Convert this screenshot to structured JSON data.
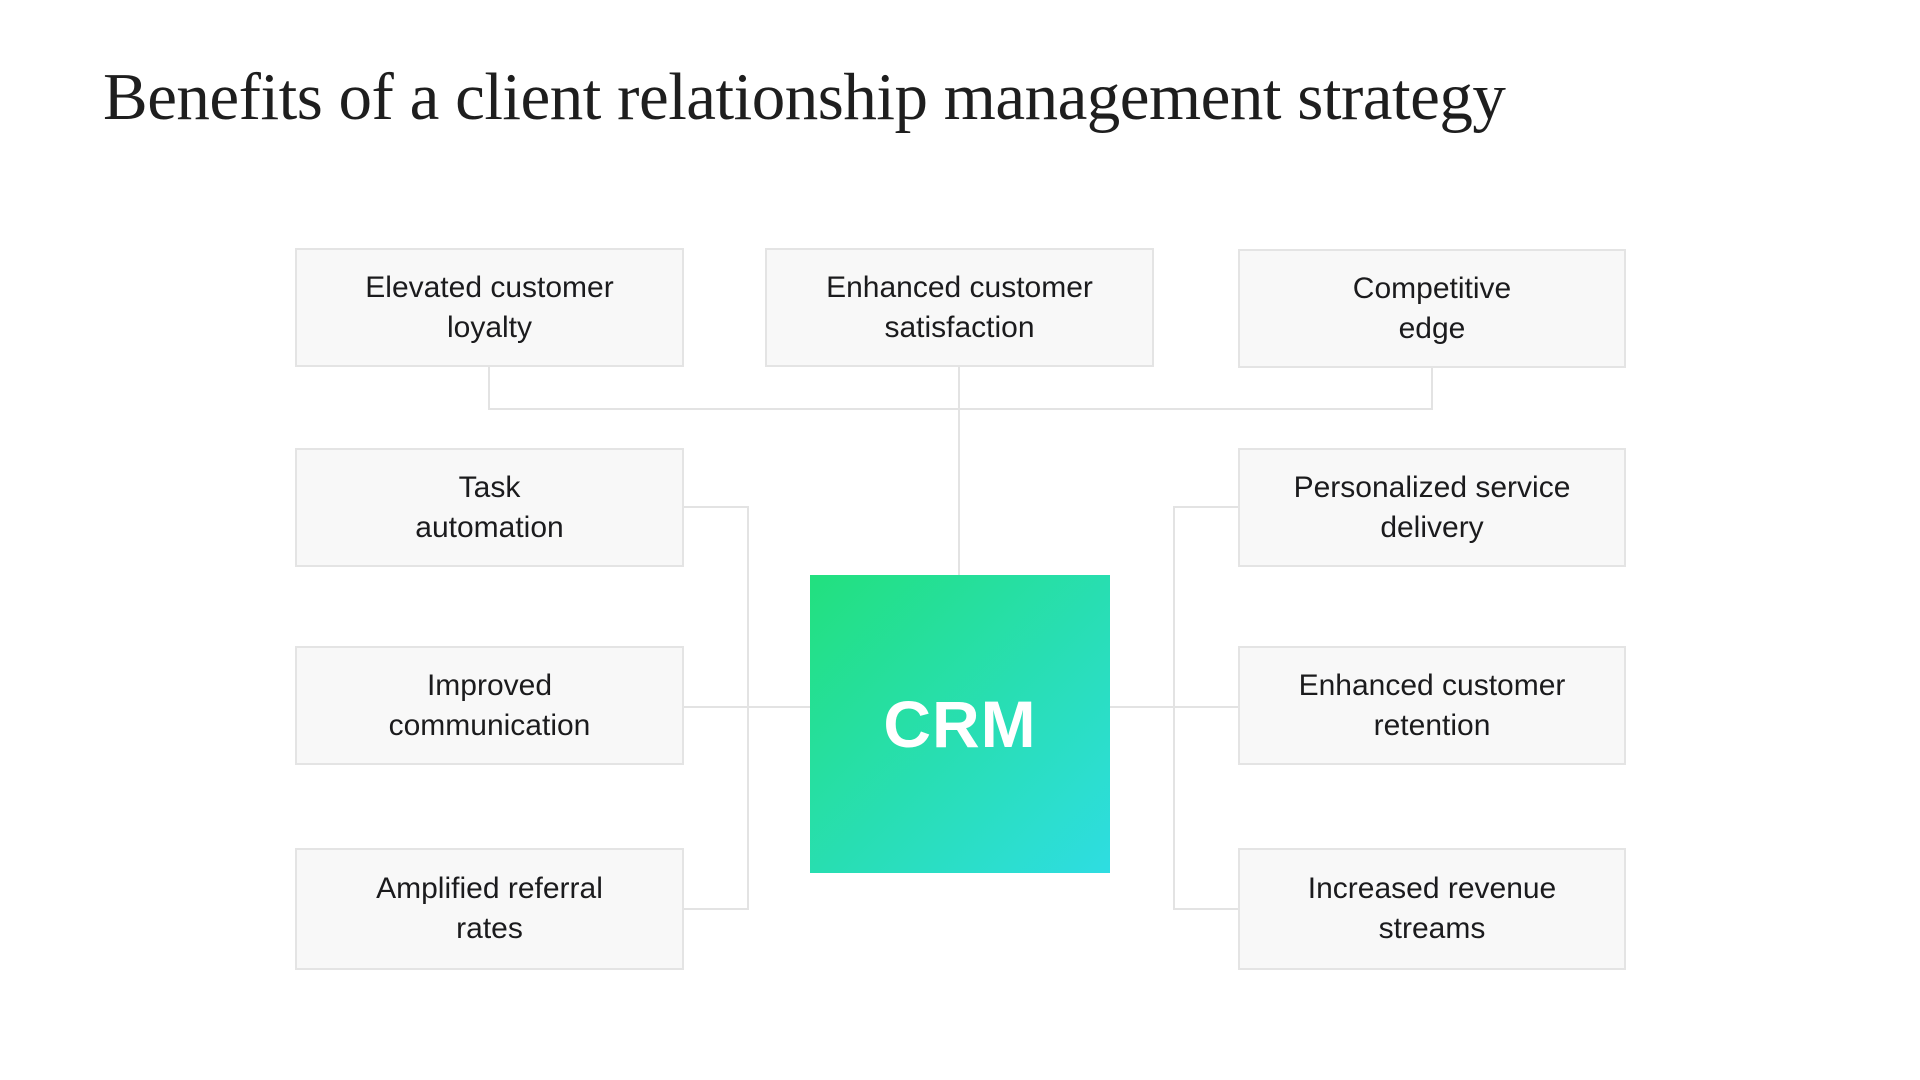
{
  "header": {
    "title": "Benefits of a client relationship management strategy"
  },
  "center_node": {
    "label": "CRM"
  },
  "benefits": [
    {
      "name": "elevated-customer-loyalty",
      "line1": "Elevated customer",
      "line2": "loyalty"
    },
    {
      "name": "enhanced-customer-satisfaction",
      "line1": "Enhanced customer",
      "line2": "satisfaction"
    },
    {
      "name": "competitive-edge",
      "line1": "Competitive",
      "line2": "edge"
    },
    {
      "name": "task-automation",
      "line1": "Task",
      "line2": "automation"
    },
    {
      "name": "personalized-service-delivery",
      "line1": "Personalized service",
      "line2": "delivery"
    },
    {
      "name": "improved-communication",
      "line1": "Improved",
      "line2": "communication"
    },
    {
      "name": "enhanced-customer-retention",
      "line1": "Enhanced customer",
      "line2": "retention"
    },
    {
      "name": "amplified-referral-rates",
      "line1": "Amplified referral",
      "line2": "rates"
    },
    {
      "name": "increased-revenue-streams",
      "line1": "Increased revenue",
      "line2": "streams"
    }
  ],
  "colors": {
    "background": "#ffffff",
    "title_text": "#1e1e1e",
    "box_fill": "#f8f8f8",
    "box_border": "#e4e4e4",
    "box_text": "#1b1b1d",
    "connector": "#e3e3e3",
    "crm_gradient_start": "#22e07e",
    "crm_gradient_end": "#2edde2",
    "crm_text": "#ffffff"
  }
}
